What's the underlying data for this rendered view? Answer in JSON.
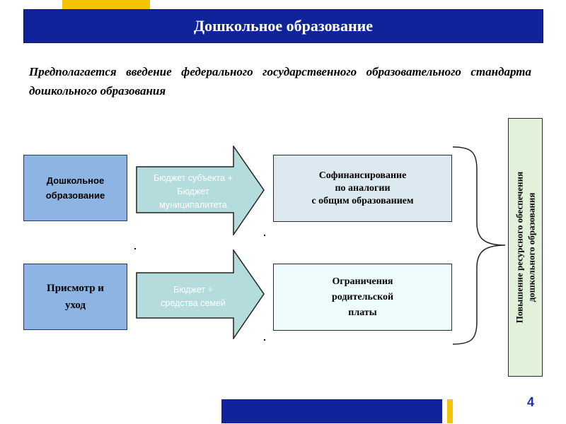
{
  "title": "Дошкольное образование",
  "intro": "Предполагается введение федерального государственного образовательного стандарта дошкольного образования",
  "rows": [
    {
      "left": "Дошкольное\nобразование",
      "arrow": "Бюджет субъекта +\nБюджет\nмуниципалитета",
      "result": "Софинансирование\nпо аналогии\nс общим образованием"
    },
    {
      "left": "Присмотр и\nуход",
      "arrow": "Бюджет +\nсредства семей",
      "result": "Ограничения\nродительской\nплаты"
    }
  ],
  "vertical_label": "Повышение ресурсного обеспечения\nдошкольного образования",
  "page_number": "4",
  "colors": {
    "title_bar": "#10239a",
    "accent_yellow": "#f5c400",
    "left_box": "#8db4e2",
    "arrow_fill": "#b5dcdd",
    "result_top": "#dce9f0",
    "result_bottom": "#eefcfd",
    "vertical_panel": "#e2f2da",
    "page_number": "#1c2fb0"
  }
}
